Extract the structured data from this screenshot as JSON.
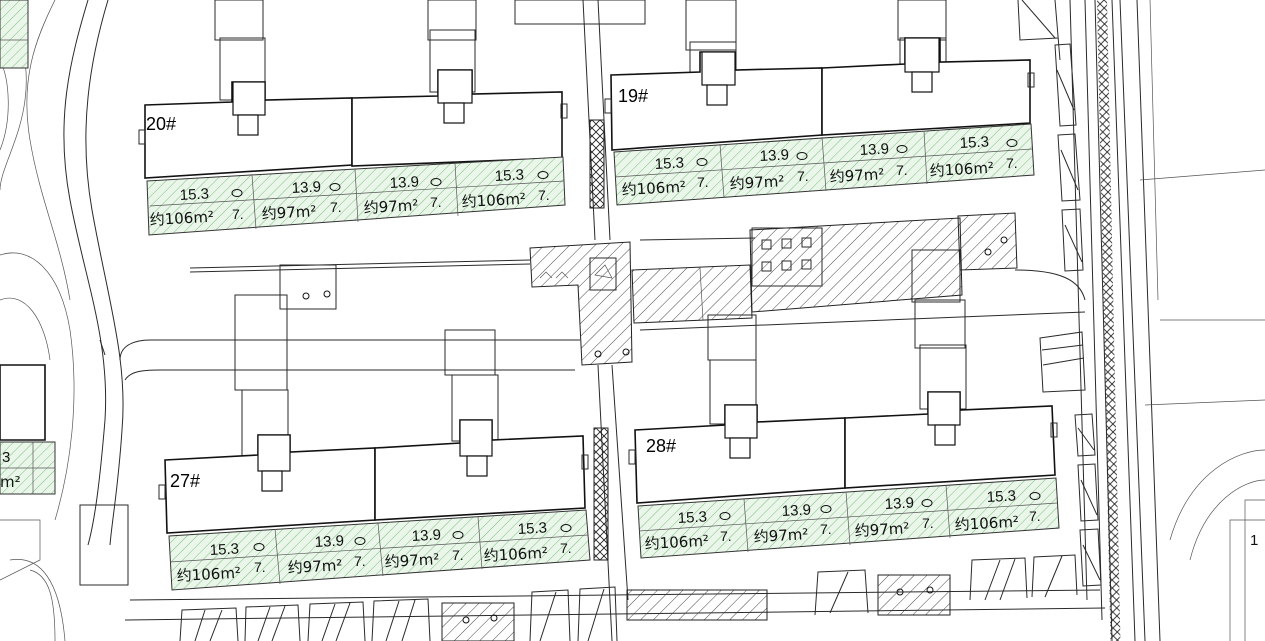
{
  "buildings": [
    {
      "id": "20#",
      "units": [
        {
          "dim": "15.3",
          "area": "约106m²"
        },
        {
          "dim": "13.9",
          "area": "约97m²"
        },
        {
          "dim": "13.9",
          "area": "约97m²"
        },
        {
          "dim": "15.3",
          "area": "约106m²"
        }
      ]
    },
    {
      "id": "19#",
      "units": [
        {
          "dim": "15.3",
          "area": "约106m²"
        },
        {
          "dim": "13.9",
          "area": "约97m²"
        },
        {
          "dim": "13.9",
          "area": "约97m²"
        },
        {
          "dim": "15.3",
          "area": "约106m²"
        }
      ]
    },
    {
      "id": "27#",
      "units": [
        {
          "dim": "15.3",
          "area": "约106m²"
        },
        {
          "dim": "13.9",
          "area": "约97m²"
        },
        {
          "dim": "13.9",
          "area": "约97m²"
        },
        {
          "dim": "15.3",
          "area": "约106m²"
        }
      ]
    },
    {
      "id": "28#",
      "units": [
        {
          "dim": "15.3",
          "area": "约106m²"
        },
        {
          "dim": "13.9",
          "area": "约97m²"
        },
        {
          "dim": "13.9",
          "area": "约97m²"
        },
        {
          "dim": "15.3",
          "area": "约106m²"
        }
      ]
    }
  ],
  "edge_labels": {
    "left_dim": "3",
    "left_area": "m²",
    "right_fragment": "1"
  },
  "colors": {
    "balcony_hatch": "#7fbf7f",
    "line": "#2a2a2a"
  }
}
